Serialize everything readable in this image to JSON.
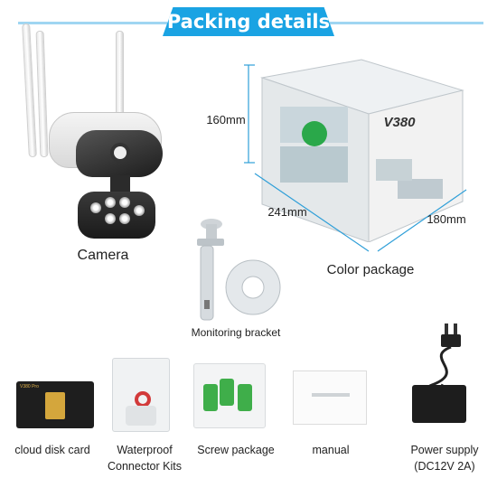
{
  "header": {
    "title": "Packing details"
  },
  "camera": {
    "label": "Camera"
  },
  "color_package": {
    "label": "Color package",
    "brand": "V380",
    "dim_height": "160mm",
    "dim_width": "241mm",
    "dim_depth": "180mm"
  },
  "bracket": {
    "label": "Monitoring bracket"
  },
  "items": {
    "cloud_card": {
      "label": "cloud disk card",
      "card_brand": "V380 Pro"
    },
    "waterproof": {
      "label_line1": "Waterproof",
      "label_line2": "Connector Kits"
    },
    "screws": {
      "label": "Screw package"
    },
    "manual": {
      "label": "manual"
    },
    "power": {
      "label_line1": "Power supply",
      "label_line2": "(DC12V 2A)"
    }
  },
  "colors": {
    "accent": "#1aa3e3",
    "accent_light": "#9fd6f2",
    "dim_line": "#2f9fd8"
  }
}
